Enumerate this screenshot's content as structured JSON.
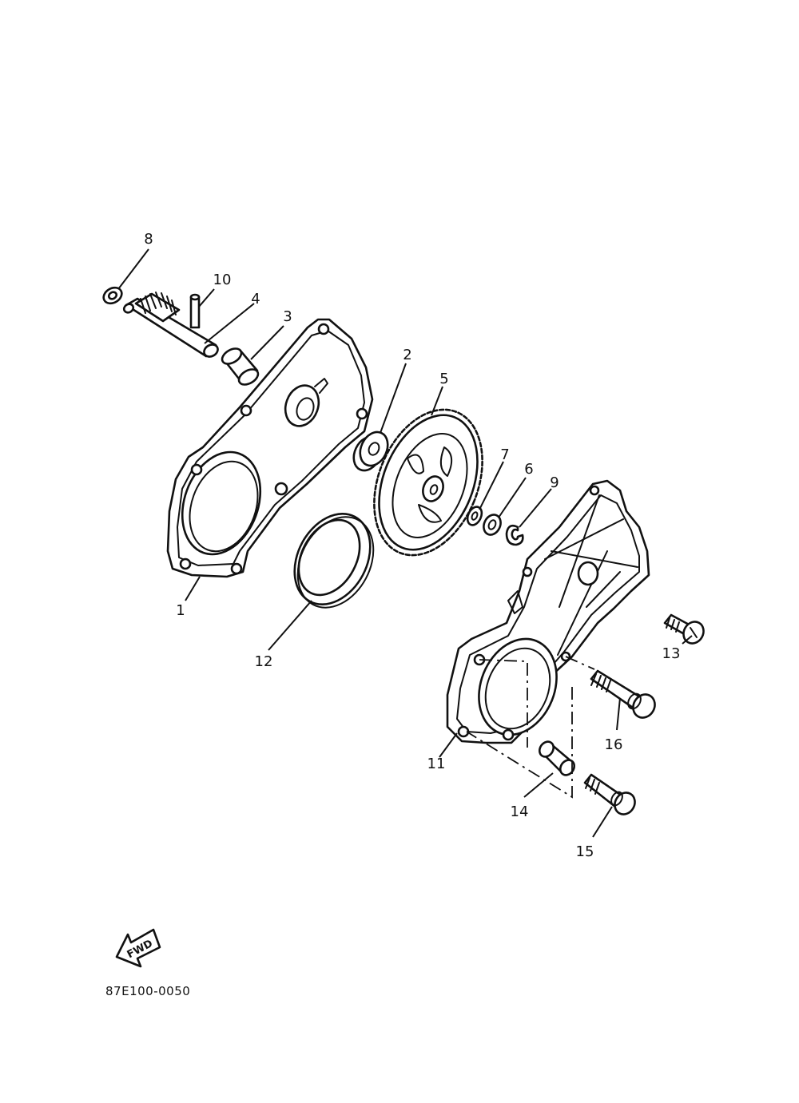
{
  "callouts": [
    {
      "id": "1",
      "label": "1"
    },
    {
      "id": "2",
      "label": "2"
    },
    {
      "id": "3",
      "label": "3"
    },
    {
      "id": "4",
      "label": "4"
    },
    {
      "id": "5",
      "label": "5"
    },
    {
      "id": "6",
      "label": "6"
    },
    {
      "id": "7",
      "label": "7"
    },
    {
      "id": "8",
      "label": "8"
    },
    {
      "id": "9",
      "label": "9"
    },
    {
      "id": "10",
      "label": "10"
    },
    {
      "id": "11",
      "label": "11"
    },
    {
      "id": "12",
      "label": "12"
    },
    {
      "id": "13",
      "label": "13"
    },
    {
      "id": "14",
      "label": "14"
    },
    {
      "id": "15",
      "label": "15"
    },
    {
      "id": "16",
      "label": "16"
    }
  ],
  "direction_marker": {
    "label": "FWD",
    "icon": "forward-arrow-icon"
  },
  "drawing_code": "87E100-0050"
}
